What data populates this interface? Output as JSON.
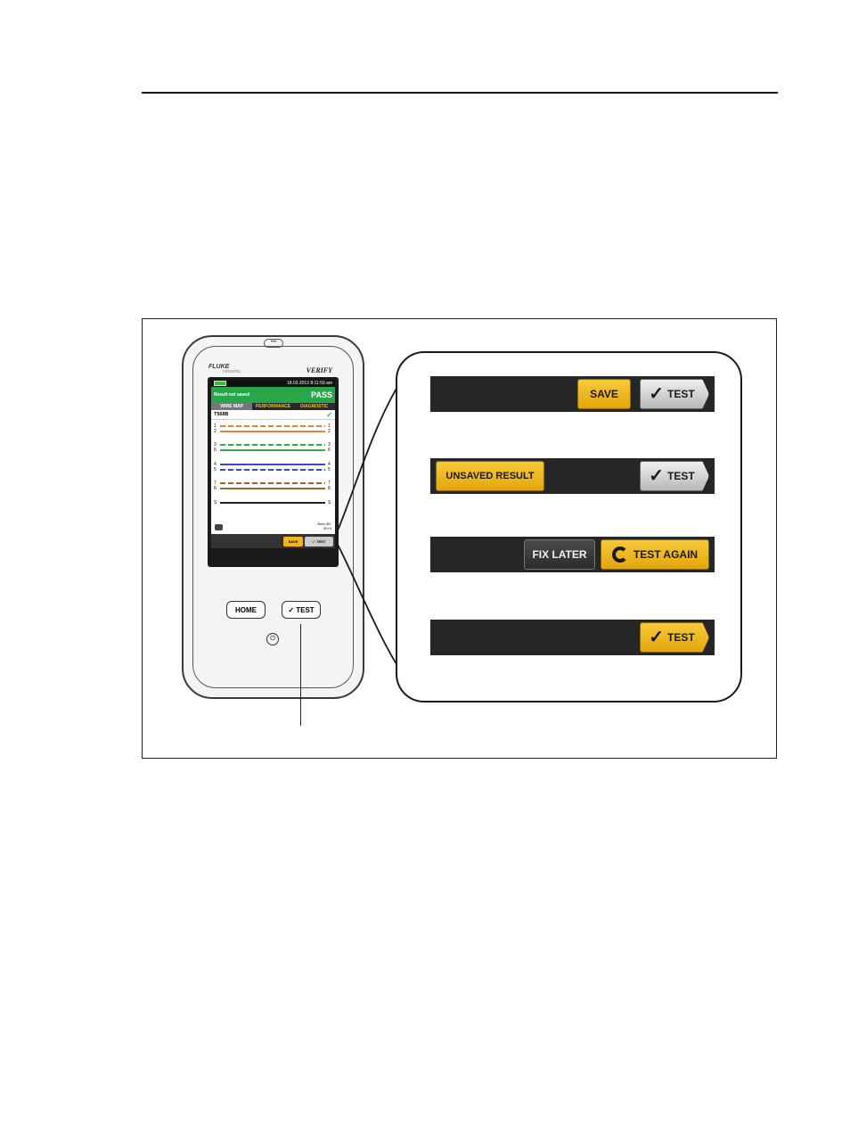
{
  "device": {
    "brand": "FLUKE",
    "brand_sub": "networks",
    "model": "VERIFY",
    "speaker": "•••",
    "screen": {
      "status_time": "18.03.2013 8:11:59 am",
      "result_label": "Result not saved",
      "result": "PASS",
      "tabs": [
        "WIRE MAP",
        "PERFORMANCE",
        "DIAGNOSTIC"
      ],
      "standard": "T568B",
      "standard_check": "✓",
      "next_line1": "Next 3D:",
      "next_line2": "30+4",
      "save_label": "SAVE",
      "test_label": "✓ TEST",
      "wires": [
        {
          "left": "1",
          "right": "1",
          "color": "#e8843a",
          "striped": true
        },
        {
          "left": "2",
          "right": "2",
          "color": "#e8843a",
          "striped": false
        },
        {
          "left": "3",
          "right": "3",
          "color": "#3aa84a",
          "striped": true
        },
        {
          "left": "6",
          "right": "6",
          "color": "#3aa84a",
          "striped": false
        },
        {
          "left": "4",
          "right": "4",
          "color": "#3a49c8",
          "striped": false
        },
        {
          "left": "5",
          "right": "5",
          "color": "#3a49c8",
          "striped": true
        },
        {
          "left": "7",
          "right": "7",
          "color": "#a0652e",
          "striped": true
        },
        {
          "left": "8",
          "right": "8",
          "color": "#a0652e",
          "striped": false
        },
        {
          "left": "S",
          "right": "S",
          "color": "#222222",
          "striped": false
        }
      ]
    },
    "hw_home": "HOME",
    "hw_test": "✓ TEST",
    "power": "⏻"
  },
  "panel": {
    "bar1": {
      "save": "SAVE",
      "test": "TEST",
      "check": "✓"
    },
    "bar2": {
      "unsaved": "UNSAVED RESULT",
      "test": "TEST",
      "check": "✓"
    },
    "bar3": {
      "fix_later": "FIX LATER",
      "test_again": "TEST AGAIN"
    },
    "bar4": {
      "test": "TEST",
      "check": "✓"
    }
  }
}
